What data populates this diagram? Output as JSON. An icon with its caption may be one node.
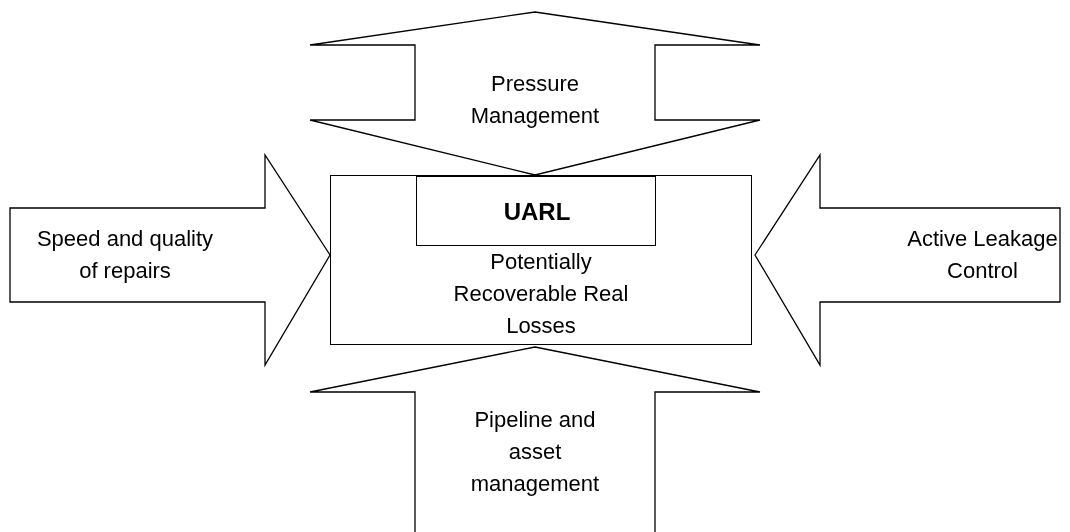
{
  "diagram": {
    "nodes": [
      {
        "text": [
          "Pressure Management"
        ]
      },
      {
        "text": [
          "Speed and quality of repairs"
        ]
      },
      {
        "text": [
          "Potentially Recoverable Real Losses"
        ]
      },
      {
        "text": [
          "UARL"
        ],
        "in": 2
      },
      {
        "text": [
          "Active Leakage Control"
        ]
      },
      {
        "text": [
          "Pipeline and asset management"
        ]
      }
    ]
  }
}
